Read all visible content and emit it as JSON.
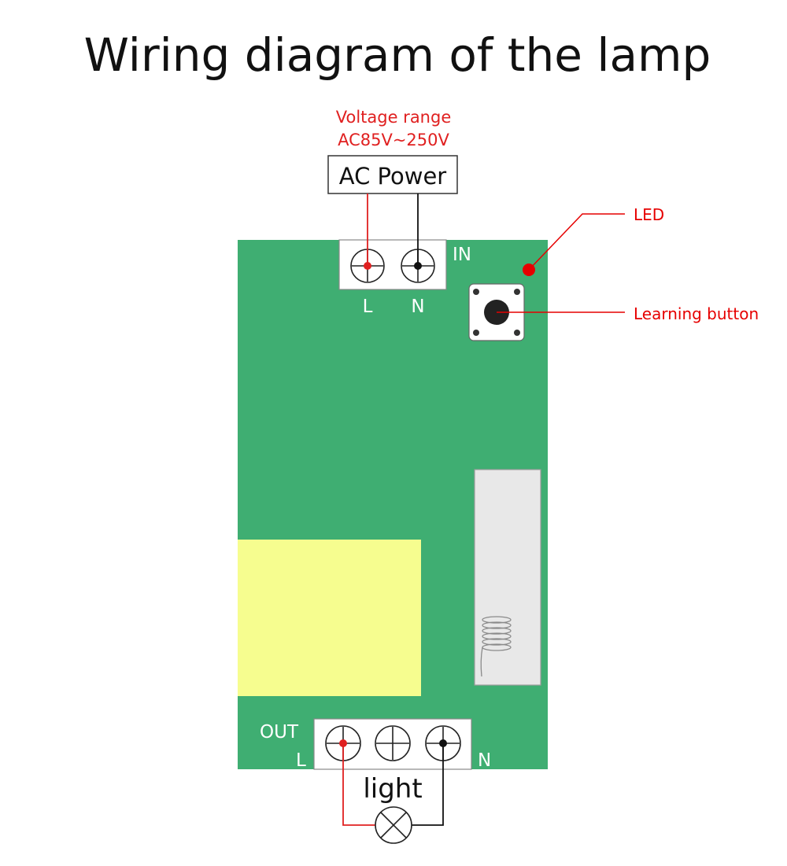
{
  "title": "Wiring diagram of the lamp",
  "voltage_note": {
    "line1": "Voltage range",
    "line2": "AC85V~250V"
  },
  "power_box": {
    "label": "AC Power"
  },
  "input_terminal": {
    "label": "IN",
    "left_label": "L",
    "right_label": "N"
  },
  "callouts": {
    "led": "LED",
    "learning_button": "Learning button"
  },
  "output_terminal": {
    "label_out": "OUT",
    "label_l": "L",
    "label_n": "N"
  },
  "load": {
    "label": "light"
  },
  "colors": {
    "board": "#3fae72",
    "relay": "#f6fd8f",
    "antenna_module": "#e8e8e8",
    "live_wire": "#e02020",
    "neutral_wire": "#111111",
    "callout": "#e60000",
    "led": "#e60000"
  }
}
